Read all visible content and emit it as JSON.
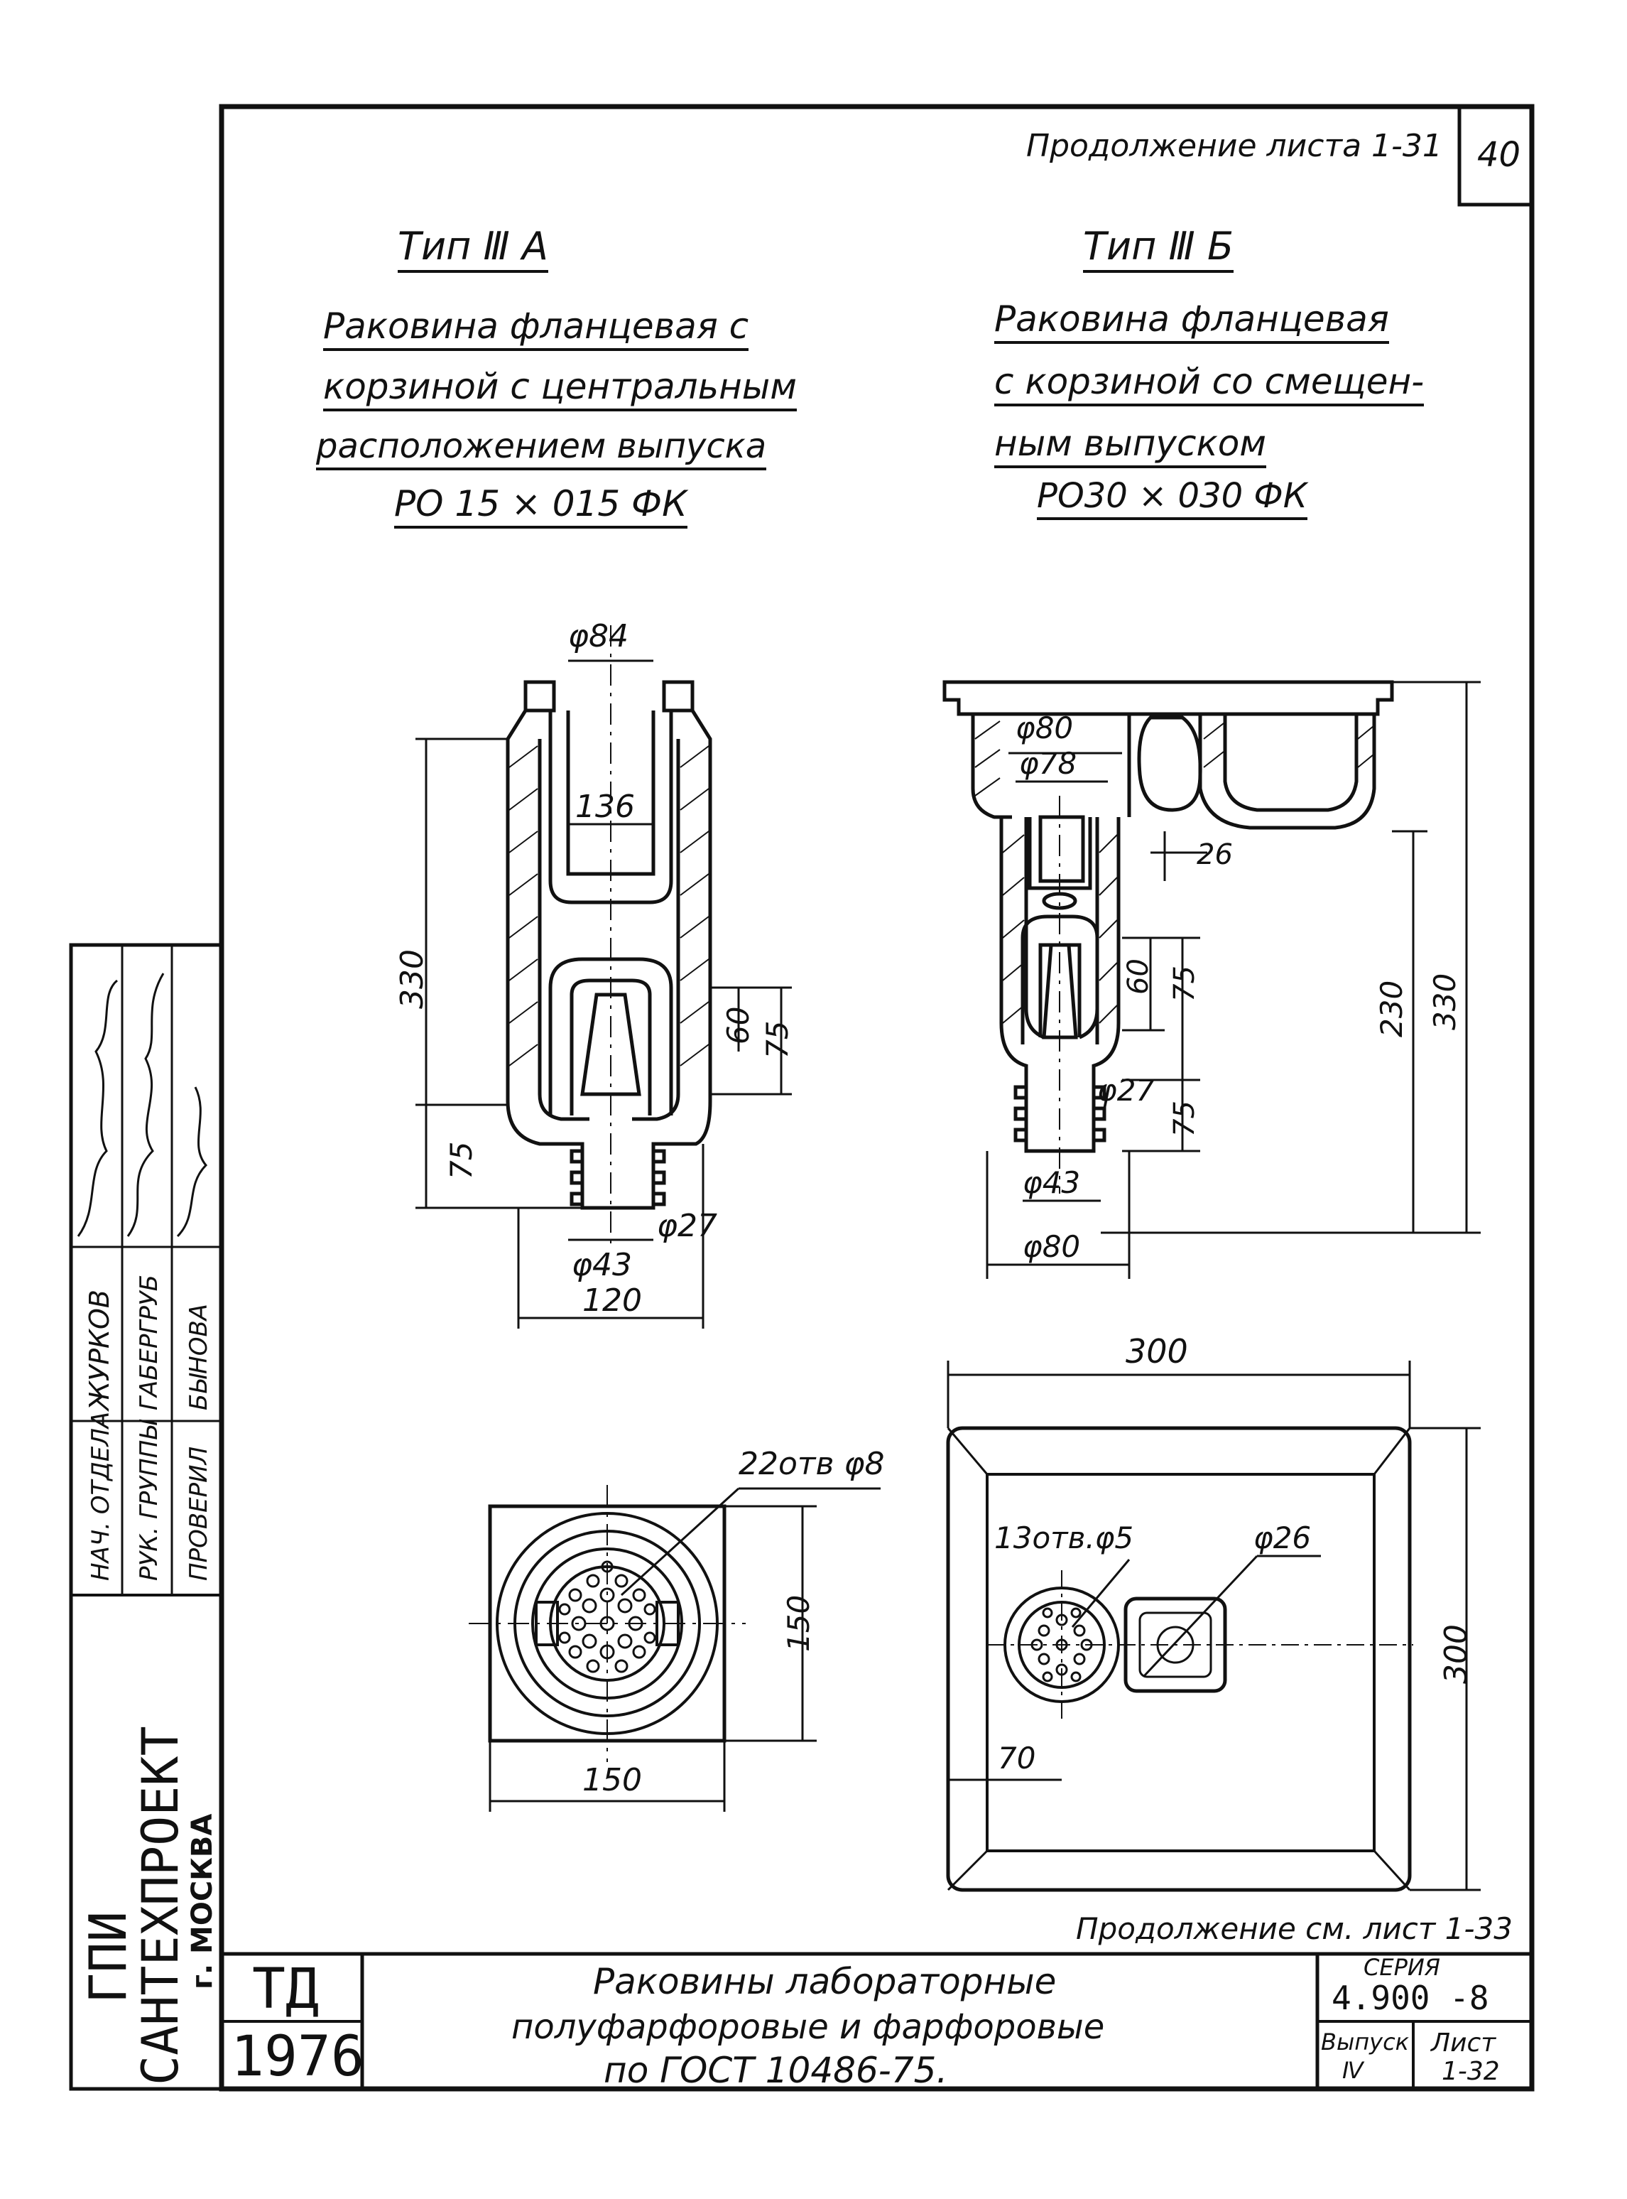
{
  "header": {
    "continuation_of": "Продолжение листа 1-31",
    "page_number": "40"
  },
  "type_a": {
    "type_label": "Тип Ⅲ А",
    "description_lines": [
      "Раковина фланцевая с",
      "корзиной с центральным",
      "расположением выпуска",
      "РО 15 × 015 ФК"
    ],
    "dims": {
      "d_top": "φ84",
      "inner": "136",
      "height": "330",
      "h60": "60",
      "h75": "75",
      "bottom75": "75",
      "d27": "φ27",
      "d43": "φ43",
      "width120": "120",
      "holes": "22отв φ8",
      "plan_h": "150",
      "plan_w": "150"
    }
  },
  "type_b": {
    "type_label": "Тип Ⅲ Б",
    "description_lines": [
      "Раковина фланцевая",
      "с корзиной со смещен-",
      "ным выпуском",
      "РО30 × 030 ФК"
    ],
    "dims": {
      "d80_top": "φ80",
      "d78": "φ78",
      "d26_wall": "26",
      "h60": "60",
      "h75": "75",
      "h230": "230",
      "h330": "330",
      "d27": "φ27",
      "bottom75": "75",
      "d43": "φ43",
      "d80_bottom": "φ80",
      "plan_w": "300",
      "plan_h": "300",
      "holes": "13отв.φ5",
      "d26": "φ26",
      "offset70": "70"
    }
  },
  "continuation_to": "Продолжение см. лист 1-33",
  "side_stamp": {
    "org_line1": "ГПИ",
    "org_line2": "САНТЕХПРОЕКТ",
    "org_city": "г. МОСКВА",
    "roles": [
      {
        "role": "НАЧ. ОТДЕЛА",
        "name": "ЖУРКОВ"
      },
      {
        "role": "РУК. ГРУППЫ",
        "name": "ГАБЕРГРУБ"
      },
      {
        "role": "ПРОВЕРИЛ",
        "name": "БЫНОВА"
      }
    ]
  },
  "title_block": {
    "td_label": "ТД",
    "year": "1976",
    "title_lines": [
      "Раковины лабораторные",
      "полуфарфоровые и фарфоровые",
      "по ГОСТ 10486-75."
    ],
    "series_label": "СЕРИЯ",
    "series_value": "4.900 -8",
    "issue_label": "Выпуск",
    "issue_value": "Ⅳ",
    "sheet_label": "Лист",
    "sheet_value": "1-32"
  }
}
